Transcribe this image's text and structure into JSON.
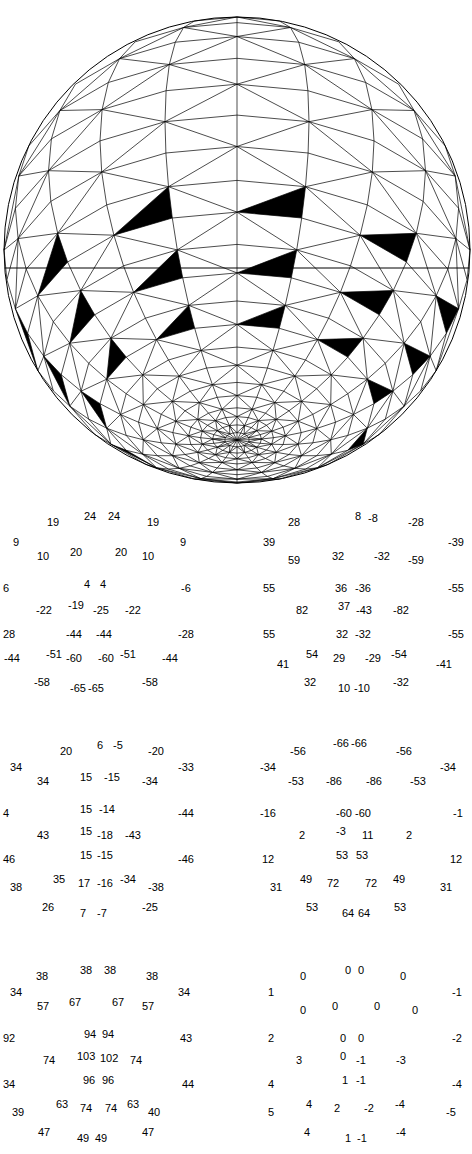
{
  "diagram": {
    "labels": [
      "19",
      "24",
      "24",
      "19",
      "9",
      "9",
      "10",
      "20",
      "20",
      "10",
      "6",
      "4",
      "4",
      "-6",
      "-22",
      "-19",
      "-25",
      "-22",
      "28",
      "-44",
      "-44",
      "-28",
      "-44",
      "-51",
      "-60",
      "-60",
      "-51",
      "-44",
      "-58",
      "-65",
      "-65",
      "-58",
      "28",
      "8",
      "-8",
      "-28",
      "39",
      "-39",
      "59",
      "32",
      "-32",
      "-59",
      "55",
      "36",
      "-36",
      "-55",
      "82",
      "37",
      "-43",
      "-82",
      "55",
      "32",
      "-32",
      "-55",
      "41",
      "54",
      "29",
      "-29",
      "-54",
      "-41",
      "32",
      "10",
      "-10",
      "-32",
      "20",
      "6",
      "-5",
      "-20",
      "34",
      "-33",
      "34",
      "15",
      "-15",
      "-34",
      "4",
      "15",
      "-14",
      "-44",
      "43",
      "15",
      "-18",
      "-43",
      "46",
      "15",
      "-15",
      "-46",
      "38",
      "35",
      "17",
      "-16",
      "-34",
      "-38",
      "26",
      "7",
      "-7",
      "-25",
      "-56",
      "-66",
      "-66",
      "-56",
      "-34",
      "-34",
      "-53",
      "-86",
      "-86",
      "-53",
      "-16",
      "-60",
      "-60",
      "-1",
      "2",
      "-3",
      "11",
      "2",
      "12",
      "53",
      "53",
      "12",
      "31",
      "49",
      "72",
      "72",
      "49",
      "31",
      "53",
      "64",
      "64",
      "53",
      "38",
      "38",
      "38",
      "38",
      "34",
      "34",
      "57",
      "67",
      "67",
      "57",
      "92",
      "94",
      "94",
      "43",
      "74",
      "103",
      "102",
      "74",
      "34",
      "96",
      "96",
      "44",
      "39",
      "63",
      "74",
      "74",
      "63",
      "40",
      "47",
      "49",
      "49",
      "47",
      "0",
      "0",
      "0",
      "0",
      "1",
      "-1",
      "0",
      "0",
      "0",
      "0",
      "2",
      "0",
      "0",
      "-2",
      "3",
      "0",
      "-1",
      "-3",
      "4",
      "1",
      "-1",
      "-4",
      "5",
      "4",
      "2",
      "-2",
      "-4",
      "-5",
      "4",
      "1",
      "-1",
      "-4"
    ]
  }
}
